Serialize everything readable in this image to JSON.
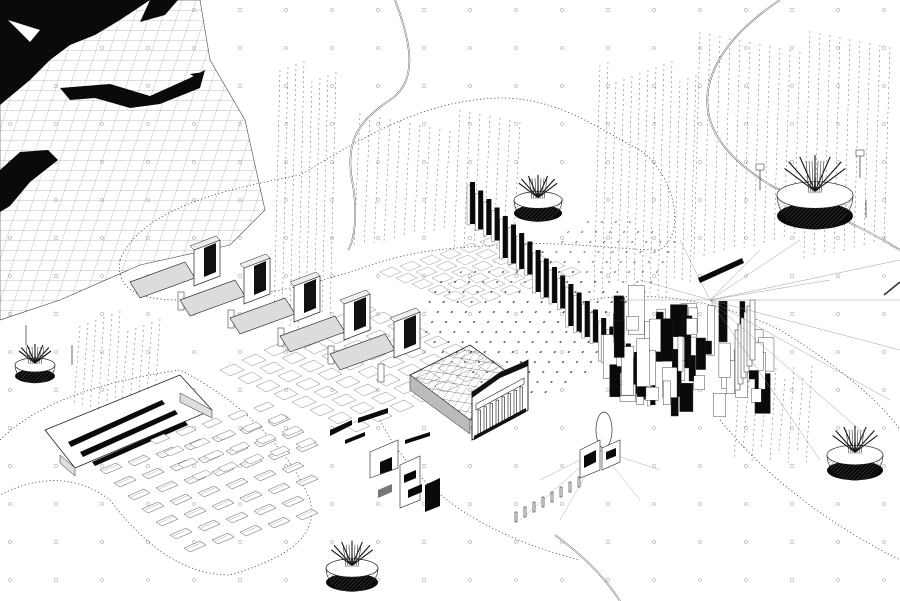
{
  "scene": {
    "kind": "axonometric-landscape-drawing",
    "palette": {
      "ink": "#0a0a0a",
      "line": "#555555",
      "paper": "#ffffff",
      "roof": "#dcdcdc"
    },
    "elements": [
      "mountain-terrain",
      "dotted-zone-boundaries",
      "winding-roads",
      "solar-shade-canopies",
      "vertical-slab-towers",
      "dense-skyline-cluster",
      "classical-temple-facade",
      "palm-planters",
      "parking-grid-lots",
      "long-hall-building",
      "grid-plaza"
    ]
  }
}
